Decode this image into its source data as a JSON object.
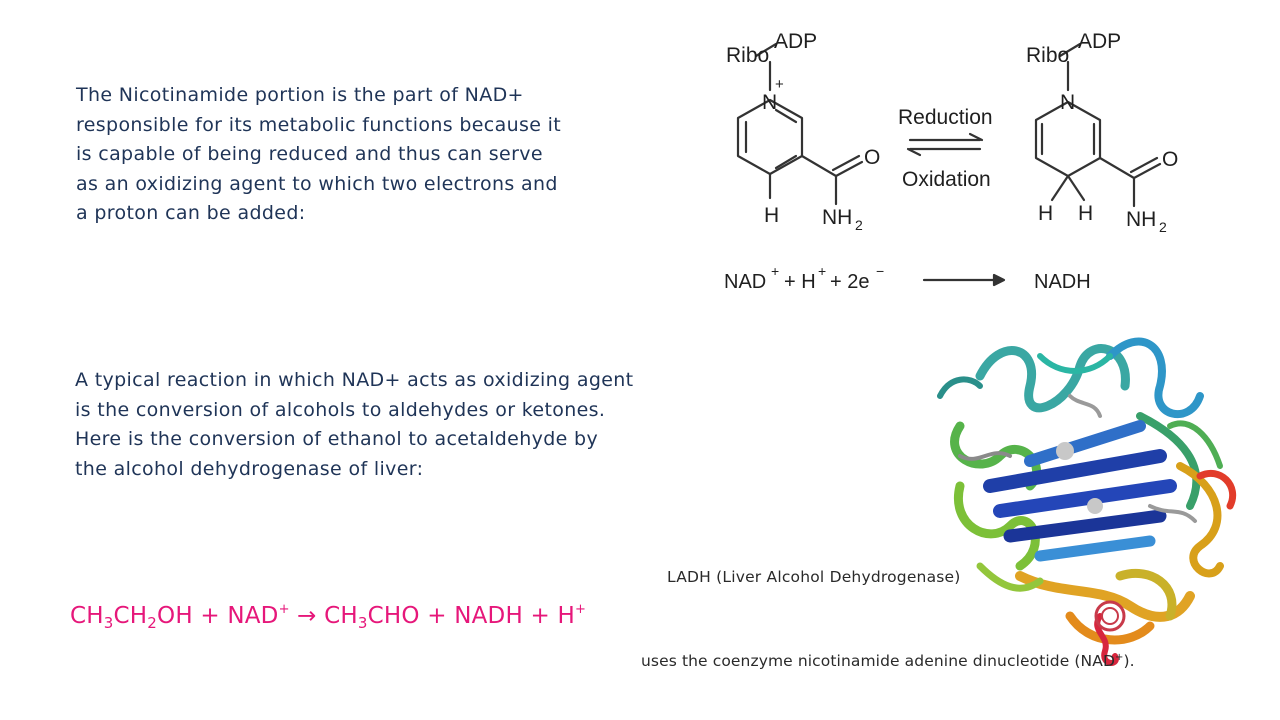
{
  "paragraph1": {
    "lines": [
      "The Nicotinamide portion is the part of NAD+",
      "responsible for its metabolic functions because it",
      "is capable of being reduced and thus can serve",
      "as an oxidizing agent to which two electrons and",
      "a proton can be added:"
    ]
  },
  "paragraph2": {
    "lines": [
      "A typical reaction in which NAD+ acts as oxidizing agent",
      "is the conversion of alcohols to aldehydes or ketones.",
      "Here is the conversion of ethanol to acetaldehyde by",
      "the alcohol dehydrogenase of liver:"
    ]
  },
  "diagram": {
    "left_ribo": "Ribo",
    "left_adp": "ADP",
    "left_n": "N",
    "left_plus": "+",
    "left_o": "O",
    "left_h": "H",
    "left_nh": "NH",
    "left_sub2": "2",
    "right_ribo": "Ribo",
    "right_adp": "ADP",
    "right_n": "N",
    "right_o": "O",
    "right_h1": "H",
    "right_h2": "H",
    "right_nh": "NH",
    "right_sub2": "2",
    "reduction_label": "Reduction",
    "oxidation_label": "Oxidation",
    "eq_nad": "NAD",
    "eq_nad_sup": "+",
    "eq_plus1": "+ H",
    "eq_h_sup": "+",
    "eq_plus2": "+ 2e",
    "eq_e_sup": "−",
    "eq_product": "NADH"
  },
  "caption": "LADH (Liver Alcohol Dehydrogenase)",
  "uses": {
    "before": "uses the coenzyme nicotinamide adenine dinucleotide (NAD",
    "sup": "+",
    "after": ")."
  },
  "equation": {
    "ch": "CH",
    "s1": "3",
    "ch2": "CH",
    "s2": "2",
    "oh_nad": "OH + NAD",
    "plus_sup": "+",
    "arrow_ch": " → CH",
    "s3": "3",
    "rest": "CHO + NADH + H",
    "h_sup": "+"
  },
  "colors": {
    "body_text": "#1f3457",
    "equation": "#e6177a",
    "caption": "#2a2a2a"
  },
  "icons": {
    "protein": "protein-ribbon-structure",
    "arrows": "equilibrium-arrows-icon"
  }
}
